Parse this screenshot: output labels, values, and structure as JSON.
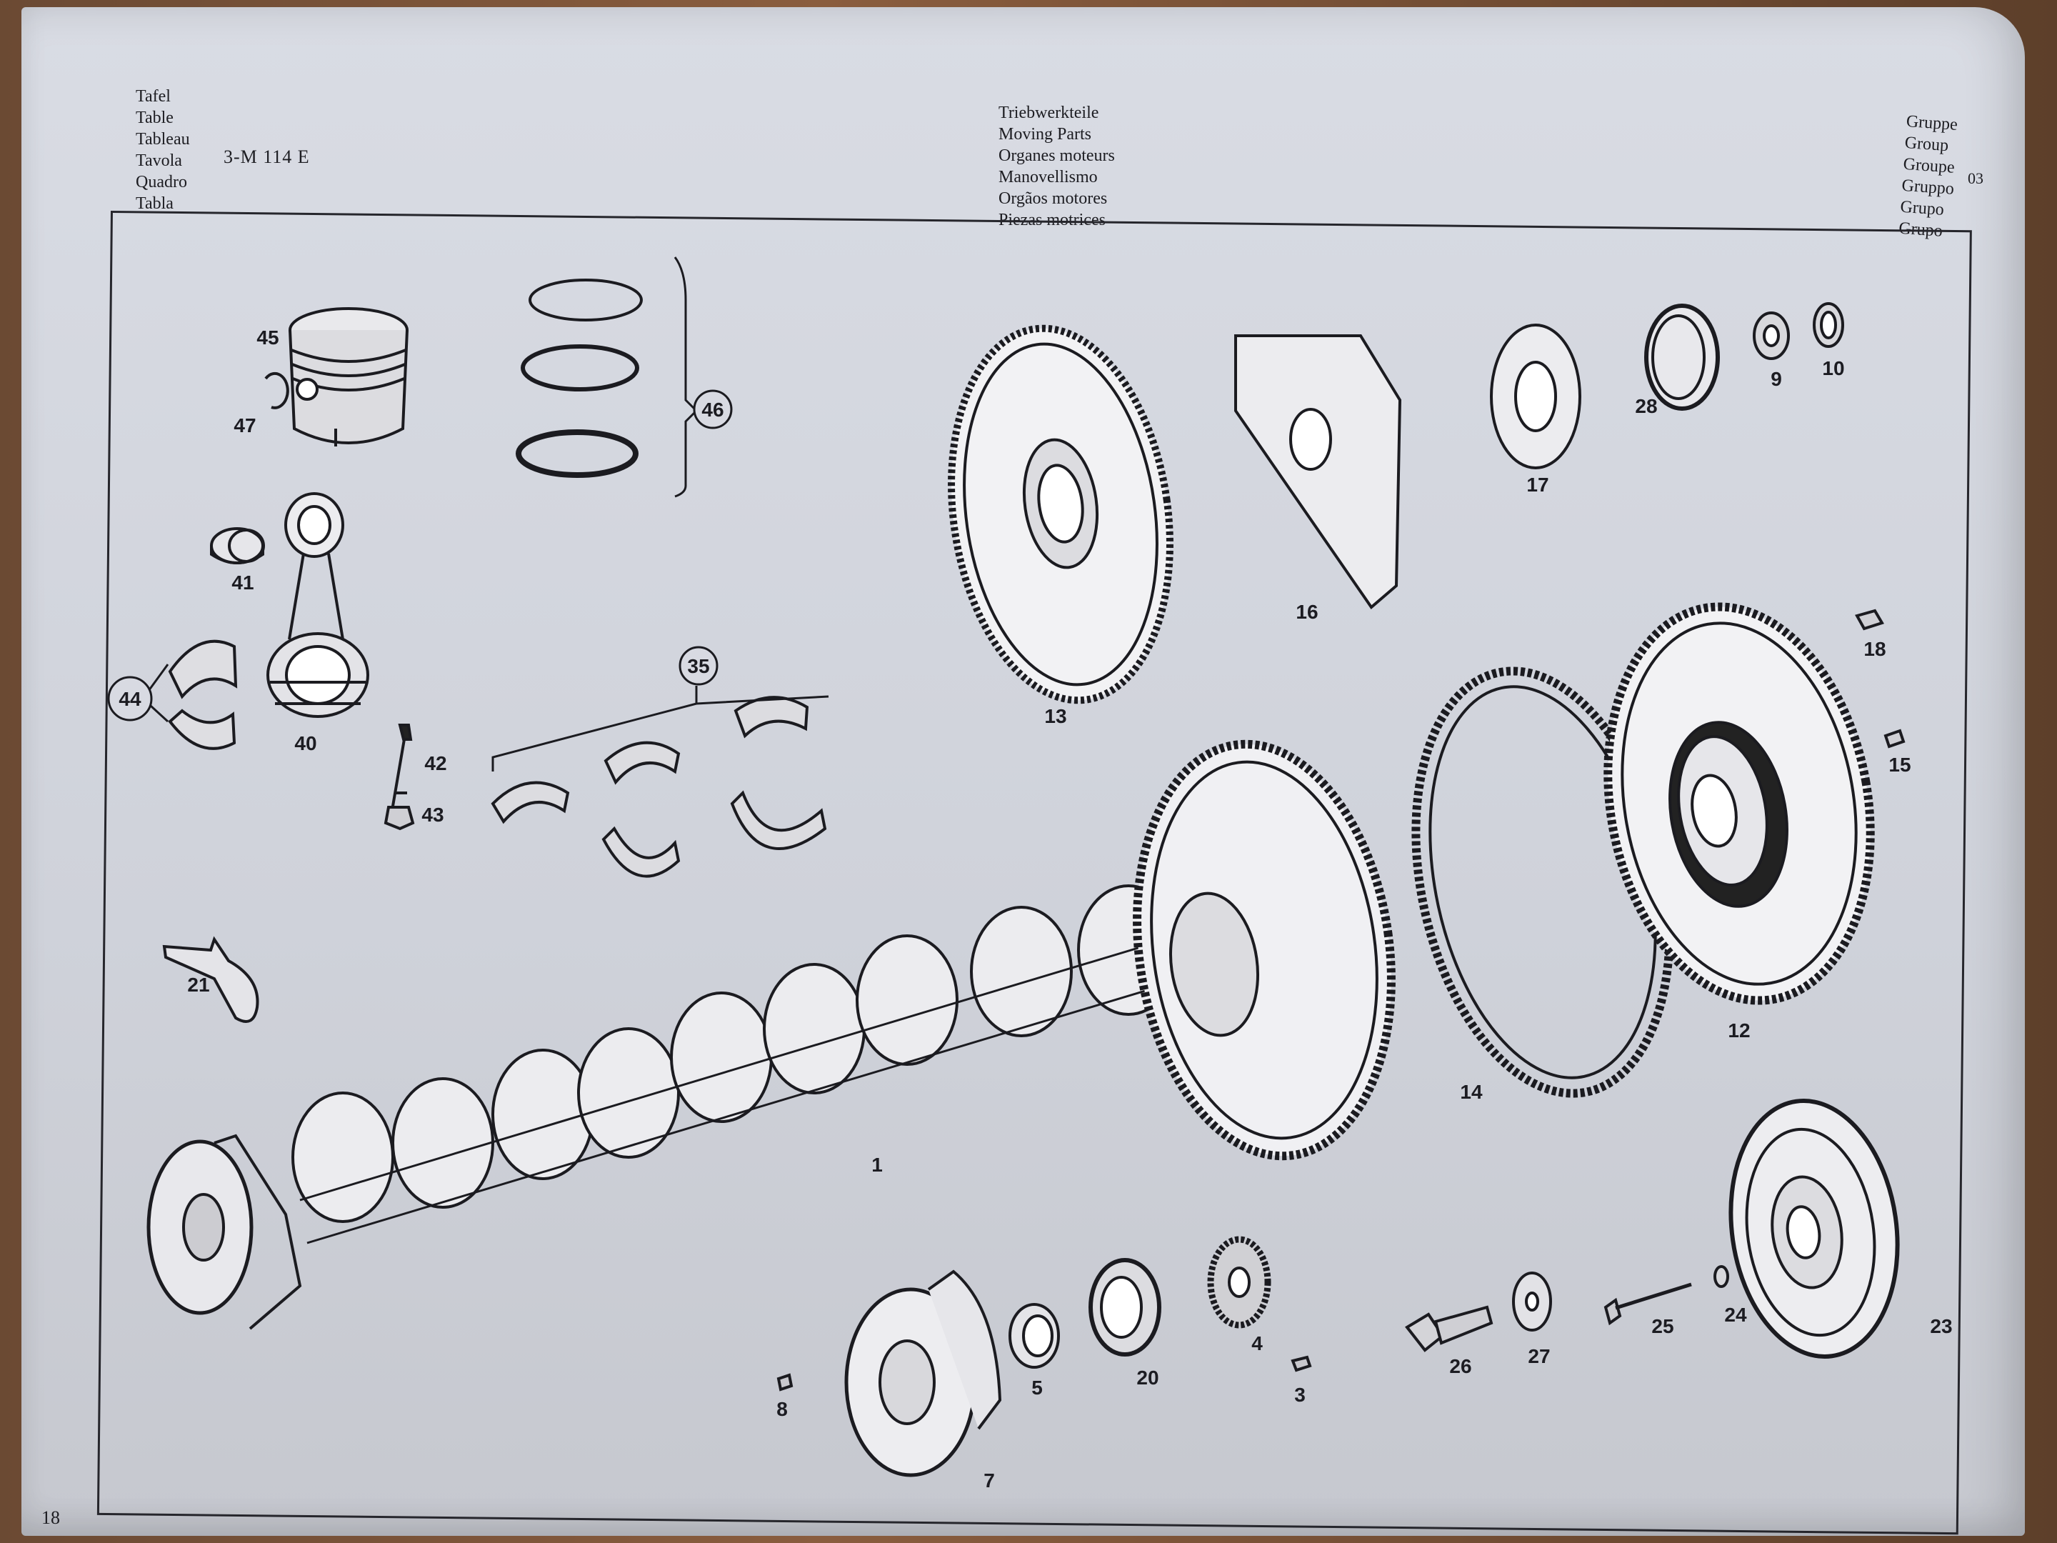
{
  "header": {
    "table_words": [
      "Tafel",
      "Table",
      "Tableau",
      "Tavola",
      "Quadro",
      "Tabla"
    ],
    "model": "3-M 114  E",
    "title_words": [
      "Triebwerkteile",
      "Moving Parts",
      "Organes moteurs",
      "Manovellismo",
      "Orgãos motores",
      "Piezas motrices"
    ],
    "group_words": [
      "Gruppe",
      "Group",
      "Groupe",
      "Gruppo",
      "Grupo",
      "Grupo"
    ],
    "group_number": "03"
  },
  "page_number": "18",
  "diagram": {
    "part_labels": {
      "p1": "1",
      "p3": "3",
      "p4": "4",
      "p5": "5",
      "p7": "7",
      "p8": "8",
      "p9": "9",
      "p10": "10",
      "p12": "12",
      "p13": "13",
      "p14": "14",
      "p15": "15",
      "p16": "16",
      "p17": "17",
      "p18": "18",
      "p20": "20",
      "p21": "21",
      "p23": "23",
      "p24": "24",
      "p25": "25",
      "p26": "26",
      "p27": "27",
      "p28": "28",
      "p35": "35",
      "p40": "40",
      "p41": "41",
      "p42": "42",
      "p43": "43",
      "p44": "44",
      "p45": "45",
      "p46": "46",
      "p47": "47"
    }
  }
}
